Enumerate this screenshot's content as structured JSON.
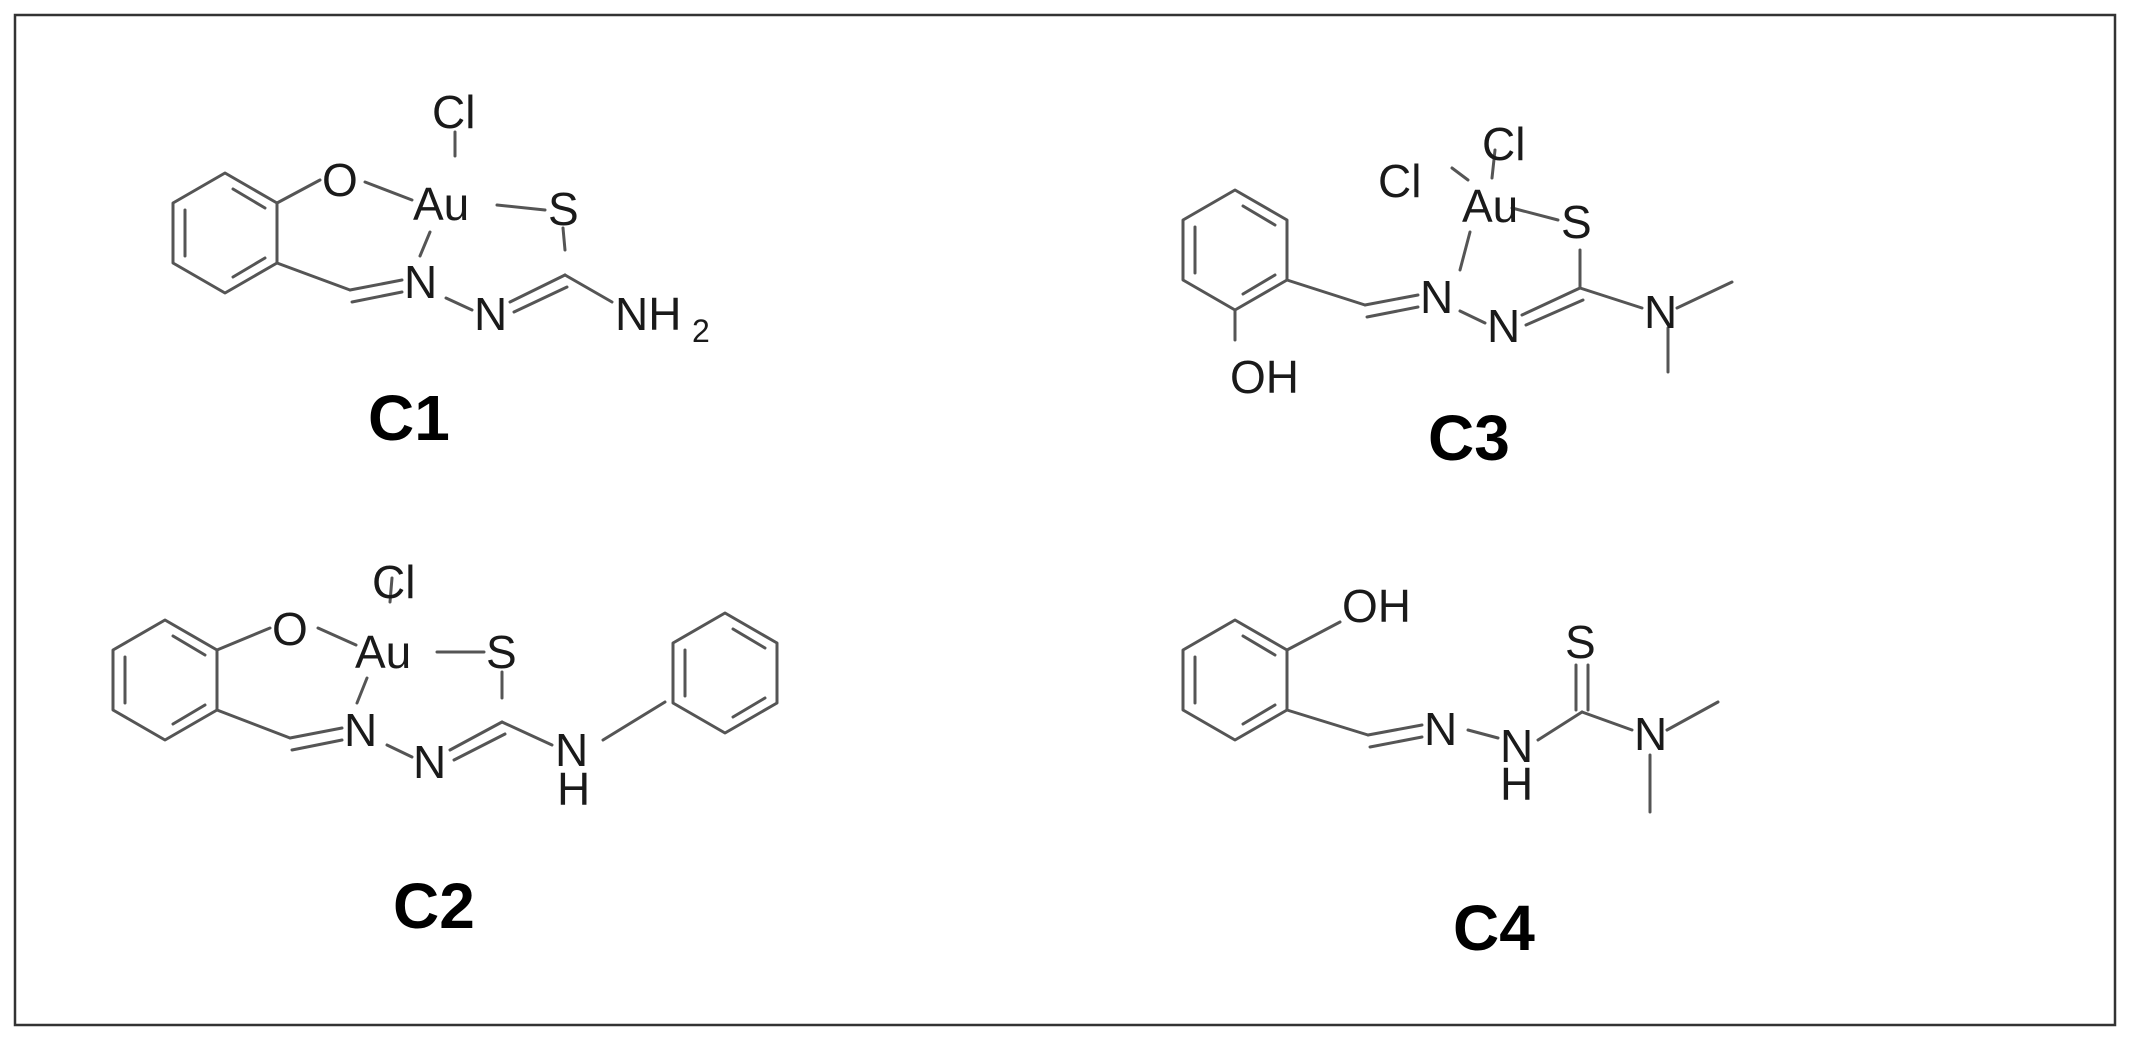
{
  "compounds": [
    {
      "label": "C1",
      "atoms": {
        "o": "O",
        "cl": "Cl",
        "au": "Au",
        "s": "S",
        "n1": "N",
        "n2": "N",
        "nh2": "NH",
        "nh2_sub": "2"
      }
    },
    {
      "label": "C2",
      "atoms": {
        "o": "O",
        "cl": "Cl",
        "au": "Au",
        "s": "S",
        "n1": "N",
        "n2": "N",
        "nh_n": "N",
        "nh_h": "H"
      }
    },
    {
      "label": "C3",
      "atoms": {
        "cl1": "Cl",
        "cl2": "Cl",
        "au": "Au",
        "s": "S",
        "n1": "N",
        "n2": "N",
        "n3": "N",
        "oh": "OH"
      }
    },
    {
      "label": "C4",
      "atoms": {
        "oh": "OH",
        "s": "S",
        "n1": "N",
        "nh_n": "N",
        "nh_h": "H",
        "n3": "N"
      }
    }
  ],
  "colors": {
    "border": "#333333",
    "bond": "#555555",
    "text": "#1a1a1a"
  }
}
